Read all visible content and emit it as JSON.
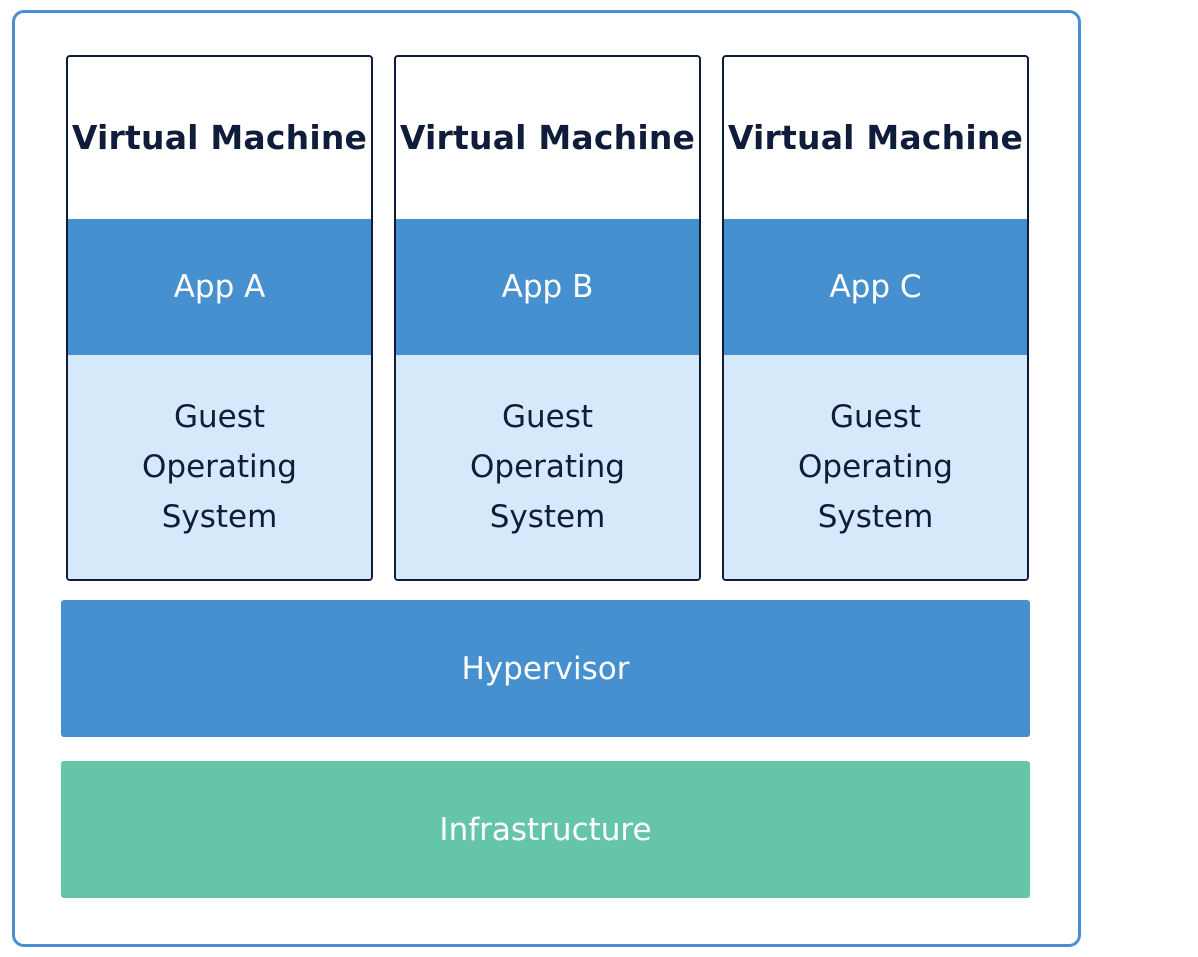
{
  "colors": {
    "frame_border": "#4a8fcf",
    "vm_border": "#0f1c3a",
    "app_fill": "#4690cf",
    "os_fill": "#d5e9fa",
    "hypervisor_fill": "#4690cf",
    "infrastructure_fill": "#64c5a8",
    "dark_text": "#0f1c3a",
    "light_text": "#ffffff"
  },
  "virtual_machines": [
    {
      "title": "Virtual Machine",
      "app": "App A",
      "os": "Guest\nOperating\nSystem"
    },
    {
      "title": "Virtual Machine",
      "app": "App B",
      "os": "Guest\nOperating\nSystem"
    },
    {
      "title": "Virtual Machine",
      "app": "App C",
      "os": "Guest\nOperating\nSystem"
    }
  ],
  "layers": {
    "hypervisor": "Hypervisor",
    "infrastructure": "Infrastructure"
  }
}
